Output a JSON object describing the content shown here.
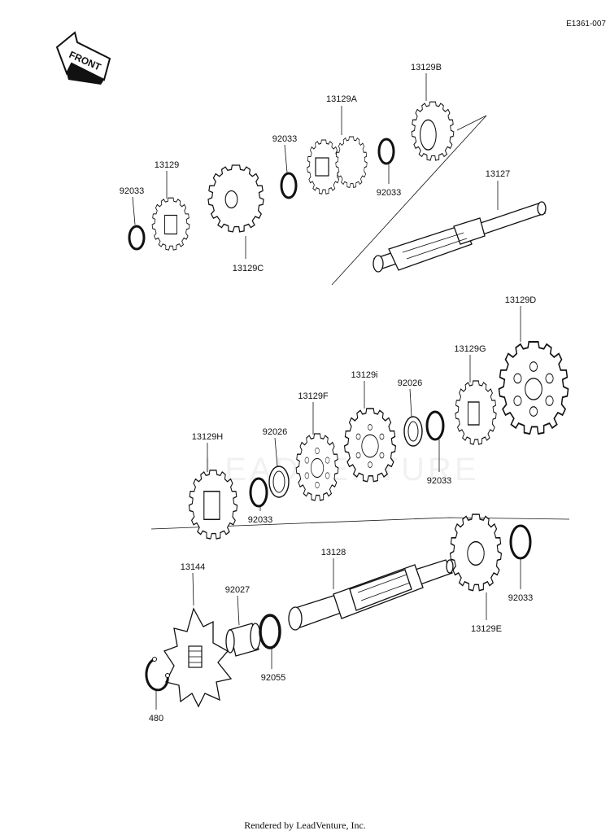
{
  "diagram_ref": "E1361-007",
  "front_arrow_label": "FRONT",
  "watermark_text": "LEADVENTURE",
  "footer": "Rendered by LeadVenture, Inc.",
  "parts": {
    "ring_92033_a": "92033",
    "gear_13129": "13129",
    "gear_13129c": "13129C",
    "ring_92033_b": "92033",
    "gear_13129a": "13129A",
    "ring_92033_c": "92033",
    "gear_13129b": "13129B",
    "shaft_13127": "13127",
    "gear_13129d": "13129D",
    "gear_13129g": "13129G",
    "ring_92026_a": "92026",
    "ring_92033_d": "92033",
    "gear_13129i": "13129i",
    "gear_13129f": "13129F",
    "ring_92026_b": "92026",
    "gear_13129h": "13129H",
    "ring_92033_e": "92033",
    "shaft_13128": "13128",
    "gear_13129e": "13129E",
    "ring_92033_f": "92033",
    "sprocket_13144": "13144",
    "collar_92027": "92027",
    "oring_92055": "92055",
    "circlip_480": "480"
  }
}
